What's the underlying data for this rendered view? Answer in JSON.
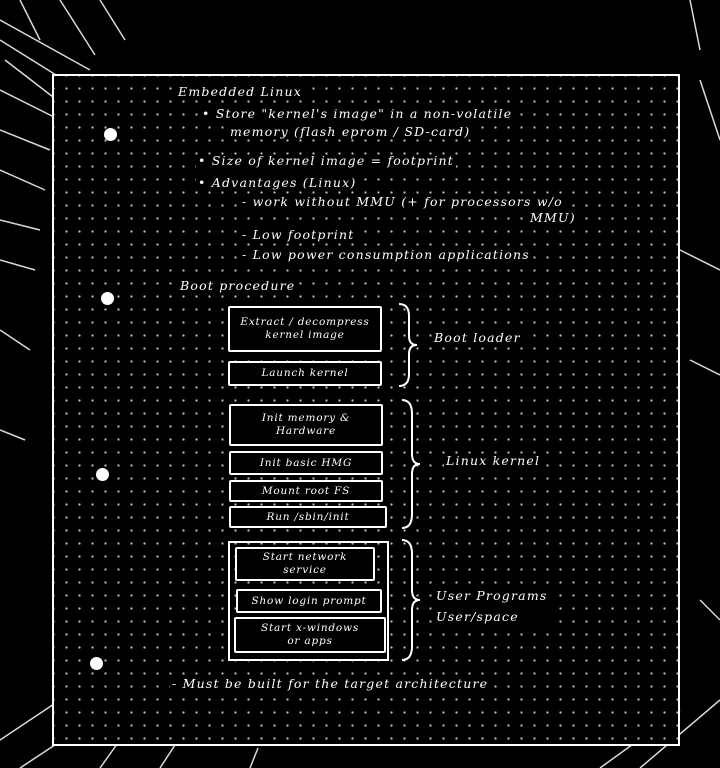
{
  "page": {
    "title": "Embedded Linux",
    "bullets": [
      "Store \"kernel's image\" in a non-volatile",
      "memory (flash eprom / SD-card)",
      "Size of kernel image = footprint",
      "Advantages (Linux)"
    ],
    "sub_bullets": [
      "- work without MMU (+ for processors w/o",
      "MMU)",
      "- Low footprint",
      "- Low power consumption applications"
    ],
    "boot_heading": "Boot procedure",
    "bootloader_steps": [
      "Extract / decompress\nkernel image",
      "Launch kernel"
    ],
    "bootloader_label": "Boot loader",
    "kernel_steps": [
      "Init memory &\nHardware",
      "Init basic HMG",
      "Mount root FS",
      "Run /sbin/init"
    ],
    "kernel_label": "Linux kernel",
    "user_steps": [
      "Start network\nservice",
      "Show login prompt",
      "Start x-windows\nor apps"
    ],
    "user_label": "User Programs\nUser/space",
    "footer_note": "- Must be built for the target architecture"
  }
}
